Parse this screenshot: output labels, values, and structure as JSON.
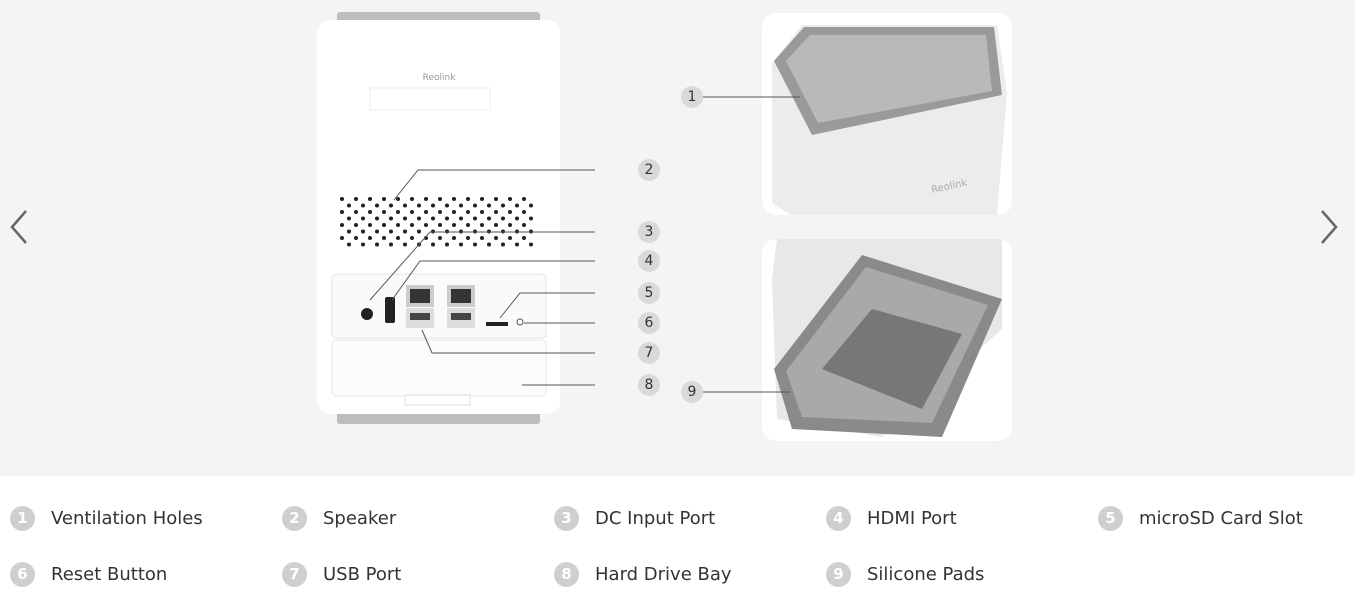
{
  "product": {
    "logo": "Reolink"
  },
  "nav": {
    "prev": "chevron-left",
    "next": "chevron-right"
  },
  "callouts": [
    "1",
    "2",
    "3",
    "4",
    "5",
    "6",
    "7",
    "8",
    "9"
  ],
  "legend": [
    {
      "num": "1",
      "label": "Ventilation Holes"
    },
    {
      "num": "2",
      "label": "Speaker"
    },
    {
      "num": "3",
      "label": "DC Input Port"
    },
    {
      "num": "4",
      "label": "HDMI Port"
    },
    {
      "num": "5",
      "label": "microSD Card Slot"
    },
    {
      "num": "6",
      "label": "Reset Button"
    },
    {
      "num": "7",
      "label": "USB Port"
    },
    {
      "num": "8",
      "label": "Hard Drive Bay"
    },
    {
      "num": "9",
      "label": "Silicone Pads"
    }
  ]
}
